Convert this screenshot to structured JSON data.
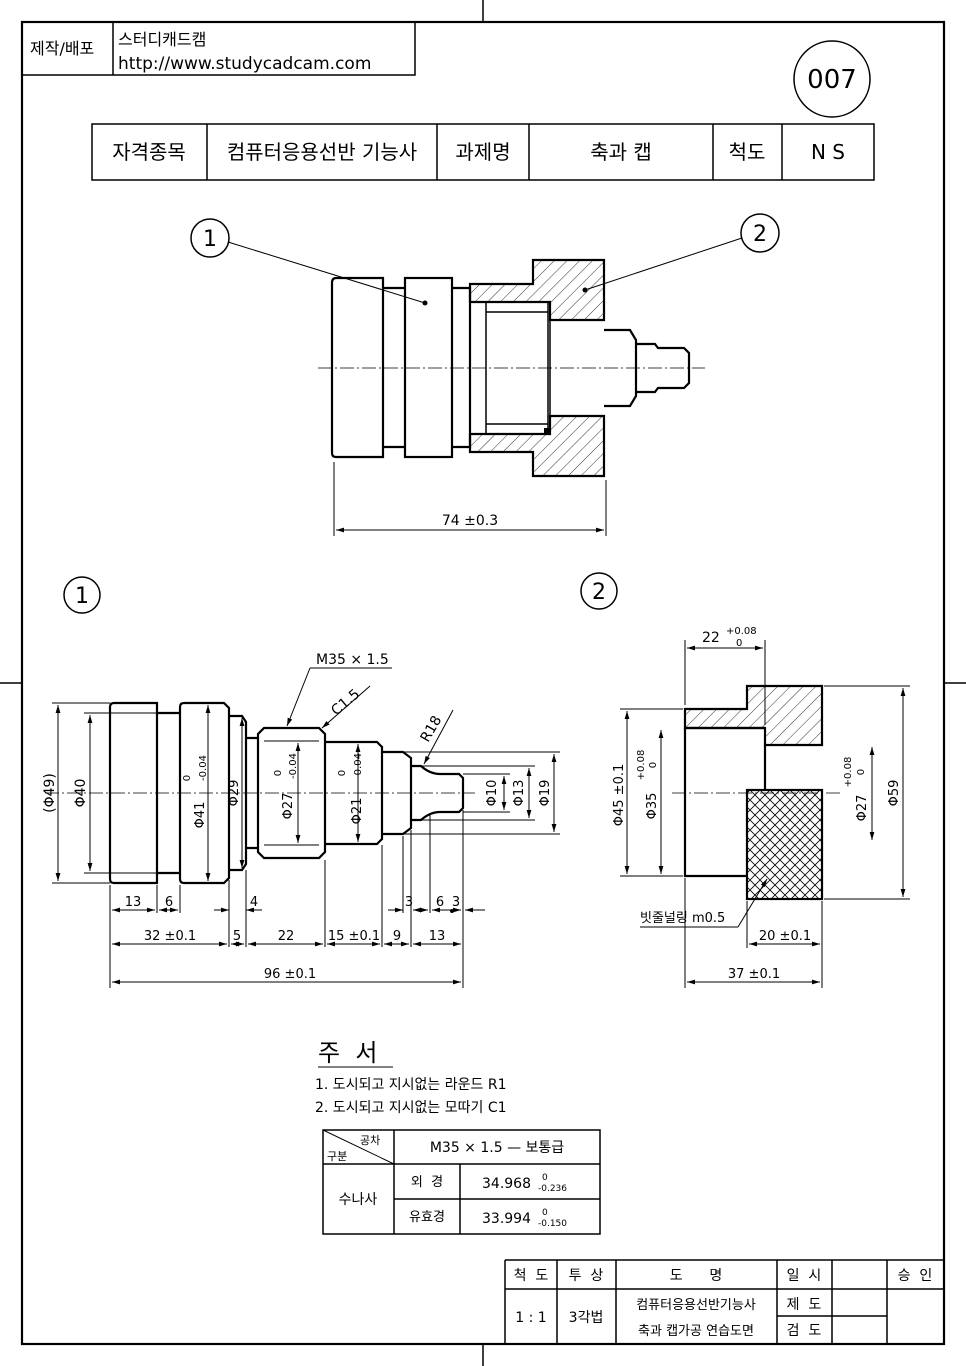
{
  "header": {
    "distributor_label": "제작/배포",
    "distributor_name": "스터디캐드캠",
    "distributor_url": "http://www.studycadcam.com",
    "drawing_number": "007"
  },
  "title_bar": {
    "label_qualification": "자격종목",
    "qualification": "컴퓨터응용선반 기능사",
    "label_task": "과제명",
    "task": "축과 캡",
    "label_scale": "척도",
    "scale": "N S"
  },
  "assembly": {
    "balloon_1": "1",
    "balloon_2": "2",
    "dim_total": "74 ±0.3"
  },
  "part1": {
    "balloon": "1",
    "thread_note": "M35 × 1.5",
    "chamfer_note": "C1.5",
    "radius_note": "R18",
    "dims_vertical": [
      "(Φ49)",
      "Φ40",
      "Φ41",
      "Φ29",
      "Φ27",
      "Φ21",
      "Φ10",
      "Φ13",
      "Φ19"
    ],
    "tol_zero": "0",
    "tol_minus": "-0.04",
    "dims_row1": [
      "13",
      "6",
      "4",
      "3",
      "6",
      "3"
    ],
    "dims_row2": [
      "32 ±0.1",
      "5",
      "22",
      "15 ±0.1",
      "9",
      "13"
    ],
    "dim_total": "96 ±0.1"
  },
  "part2": {
    "balloon": "2",
    "dim_depth": "22",
    "tol_plus": "+0.08",
    "tol_zero": "0",
    "dims_vertical": [
      "Φ45 ±0.1",
      "Φ35",
      "Φ27",
      "Φ59"
    ],
    "knurl_note": "빗줄널링 m0.5",
    "dim_knurl": "20 ±0.1",
    "dim_total": "37 ±0.1"
  },
  "notes": {
    "title": "주  서",
    "items": [
      "1. 도시되고 지시없는 라운드 R1",
      "2. 도시되고 지시없는 모따기 C1"
    ]
  },
  "thread_table": {
    "corner_top": "공차",
    "corner_bottom": "구분",
    "header": "M35 × 1.5 — 보통급",
    "row_group": "수나사",
    "rows": [
      {
        "label": "외  경",
        "value": "34.968",
        "tol_upper": "0",
        "tol_lower": "-0.236"
      },
      {
        "label": "유효경",
        "value": "33.994",
        "tol_upper": "0",
        "tol_lower": "-0.150"
      }
    ]
  },
  "title_block": {
    "col_scale": "척  도",
    "col_projection": "투  상",
    "col_name": "도      명",
    "col_date": "일  시",
    "col_approve": "승  인",
    "scale": "1 : 1",
    "projection": "3각법",
    "name_line1": "컴퓨터응용선반기능사",
    "name_line2": "축과 캡가공 연습도면",
    "row_draw": "제  도",
    "row_check": "검  도"
  }
}
